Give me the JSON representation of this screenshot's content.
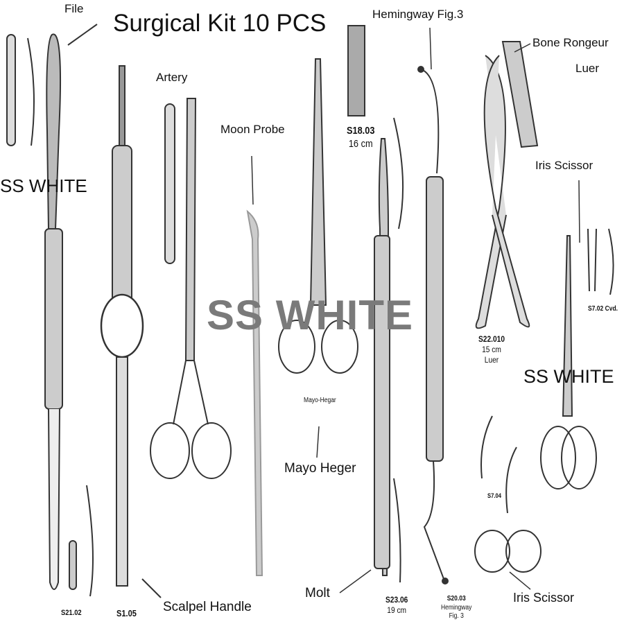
{
  "title": "Surgical Kit 10 PCS",
  "watermarks": [
    "SS WHITE",
    "SS WHITE",
    "SS WHITE"
  ],
  "callouts": {
    "file": "File",
    "hemingway": "Hemingway Fig.3",
    "bone_rongeur": "Bone Rongeur",
    "bone_rongeur_sub": "Luer",
    "artery": "Artery",
    "moon_probe": "Moon Probe",
    "iris_scissor_top": "Iris Scissor",
    "mayo_heger": "Mayo Heger",
    "iris_scissor_bottom": "Iris Scissor",
    "molt": "Molt",
    "scalpel_handle": "Scalpel Handle"
  },
  "codes": {
    "s18": {
      "code": "S18.03",
      "size": "16 cm"
    },
    "s22": {
      "code": "S22.010",
      "size": "15 cm",
      "name": "Luer"
    },
    "s702": "S7.02 Cvd.",
    "mayo_hegar": "Mayo-Hegar",
    "s704": "S7.04",
    "s21": "S21.02",
    "s105": "S1.05",
    "s23": {
      "code": "S23.06",
      "size": "19 cm"
    },
    "s20": {
      "code": "S20.03",
      "name": "Hemingway",
      "fig": "Fig. 3"
    }
  },
  "colors": {
    "text": "#111111",
    "watermark": "#7a7a7a",
    "steel": "#555555"
  }
}
